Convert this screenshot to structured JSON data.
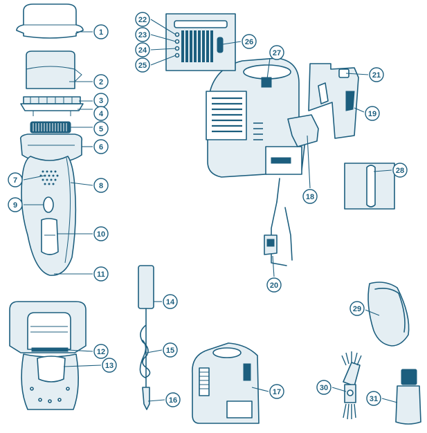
{
  "colors": {
    "ink": "#1c5e7e",
    "tint": "#e4eef3",
    "dark": "#1c5e7e"
  },
  "callouts": [
    {
      "id": "c1",
      "label": "1"
    },
    {
      "id": "c2",
      "label": "2"
    },
    {
      "id": "c3",
      "label": "3"
    },
    {
      "id": "c4",
      "label": "4"
    },
    {
      "id": "c5",
      "label": "5"
    },
    {
      "id": "c6",
      "label": "6"
    },
    {
      "id": "c7",
      "label": "7"
    },
    {
      "id": "c8",
      "label": "8"
    },
    {
      "id": "c9",
      "label": "9"
    },
    {
      "id": "c10",
      "label": "10"
    },
    {
      "id": "c11",
      "label": "11"
    },
    {
      "id": "c12",
      "label": "12"
    },
    {
      "id": "c13",
      "label": "13"
    },
    {
      "id": "c14",
      "label": "14"
    },
    {
      "id": "c15",
      "label": "15"
    },
    {
      "id": "c16",
      "label": "16"
    },
    {
      "id": "c17",
      "label": "17"
    },
    {
      "id": "c18",
      "label": "18"
    },
    {
      "id": "c19",
      "label": "19"
    },
    {
      "id": "c20",
      "label": "20"
    },
    {
      "id": "c21",
      "label": "21"
    },
    {
      "id": "c22",
      "label": "22"
    },
    {
      "id": "c23",
      "label": "23"
    },
    {
      "id": "c24",
      "label": "24"
    },
    {
      "id": "c25",
      "label": "25"
    },
    {
      "id": "c26",
      "label": "26"
    },
    {
      "id": "c27",
      "label": "27"
    },
    {
      "id": "c28",
      "label": "28"
    },
    {
      "id": "c29",
      "label": "29"
    },
    {
      "id": "c30",
      "label": "30"
    },
    {
      "id": "c31",
      "label": "31"
    }
  ]
}
